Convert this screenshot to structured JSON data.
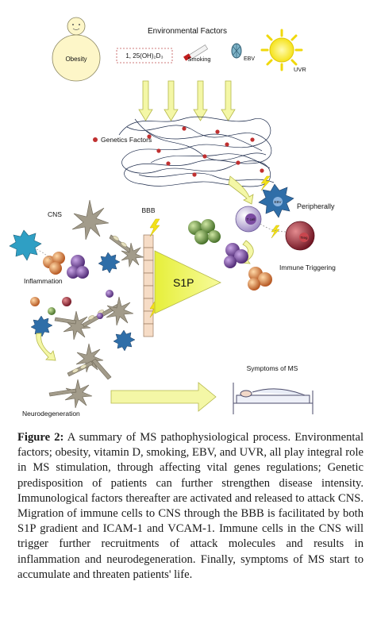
{
  "diagram": {
    "environmental_title": "Environmental Factors",
    "obesity": "Obesity",
    "vitamin_d": "1, 25(OH)₂D₃",
    "smoking": "Smoking",
    "ebv": "EBV",
    "uvr": "UVR",
    "genetics": "Genetics Factors",
    "cns": "CNS",
    "bbb": "BBB",
    "peripherally": "Peripherally",
    "inflammation": "Inflammation",
    "s1p": "S1P",
    "immune_triggering": "Immune Triggering",
    "neurodegeneration": "Neurodegeneration",
    "symptoms": "Symptoms of MS",
    "t_cell": "T cell",
    "treg": "Treg",
    "ebv_cell": "EBV"
  },
  "caption": {
    "label": "Figure 2:",
    "text": "A summary of MS pathophysiological process. Environmental factors; obesity, vitamin D, smoking, EBV, and UVR, all play integral role in MS stimulation, through affecting vital genes regulations; Genetic predisposition of patients can further strengthen disease intensity. Immunological factors thereafter are activated and released to attack CNS. Migration of immune cells to CNS through the BBB is facilitated by both S1P gradient and ICAM-1 and VCAM-1. Immune cells in the CNS will trigger further recruitments of attack molecules and results in inflammation and neurodegeneration. Finally, symptoms of MS start to accumulate and threaten patients' life."
  },
  "colors": {
    "arrow_fill": "#f4f7a6",
    "arrow_stroke": "#b5b84a",
    "neuron": "#a29b8a",
    "purple_cell": "#6b3f8e",
    "green_cell": "#5f8a3a",
    "orange_cell": "#d9702a",
    "red_cell": "#8e1f2a",
    "blue_star": "#2f6ea8",
    "dna_red": "#c03030",
    "lightning": "#f2e11a"
  }
}
